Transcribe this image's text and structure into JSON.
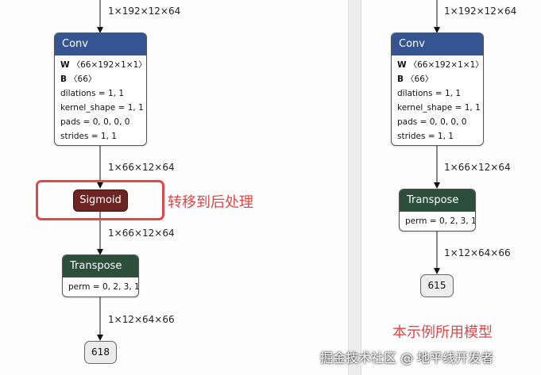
{
  "left_graph": {
    "edge_input": "1×192×12×64",
    "conv": {
      "title": "Conv",
      "weight_name": "W",
      "weight_shape": "〈66×192×1×1〉",
      "bias_name": "B",
      "bias_shape": "〈66〉",
      "attr_dilations": "dilations = 1, 1",
      "attr_kernel_shape": "kernel_shape = 1, 1",
      "attr_pads": "pads = 0, 0, 0, 0",
      "attr_strides": "strides = 1, 1"
    },
    "edge_conv_sigmoid": "1×66×12×64",
    "sigmoid": {
      "title": "Sigmoid"
    },
    "edge_sigmoid_transpose": "1×66×12×64",
    "transpose": {
      "title": "Transpose",
      "attr_perm": "perm = 0, 2, 3, 1"
    },
    "edge_transpose_output": "1×12×64×66",
    "output": {
      "label": "618"
    }
  },
  "right_graph": {
    "edge_input": "1×192×12×64",
    "conv": {
      "title": "Conv",
      "weight_name": "W",
      "weight_shape": "〈66×192×1×1〉",
      "bias_name": "B",
      "bias_shape": "〈66〉",
      "attr_dilations": "dilations = 1, 1",
      "attr_kernel_shape": "kernel_shape = 1, 1",
      "attr_pads": "pads = 0, 0, 0, 0",
      "attr_strides": "strides = 1, 1"
    },
    "edge_conv_transpose": "1×66×12×64",
    "transpose": {
      "title": "Transpose",
      "attr_perm": "perm = 0, 2, 3, 1"
    },
    "edge_transpose_output": "1×12×64×66",
    "output": {
      "label": "615"
    }
  },
  "annotations": {
    "sigmoid_note": "转移到后处理",
    "right_caption": "本示例所用模型"
  },
  "watermark": "掘金技术社区 @ 地平线开发者",
  "colors": {
    "conv_header": "#345592",
    "transpose_header": "#2c4e3a",
    "sigmoid_fill": "#6c2521",
    "highlight": "#e34646",
    "annotation_text": "#e04646"
  }
}
